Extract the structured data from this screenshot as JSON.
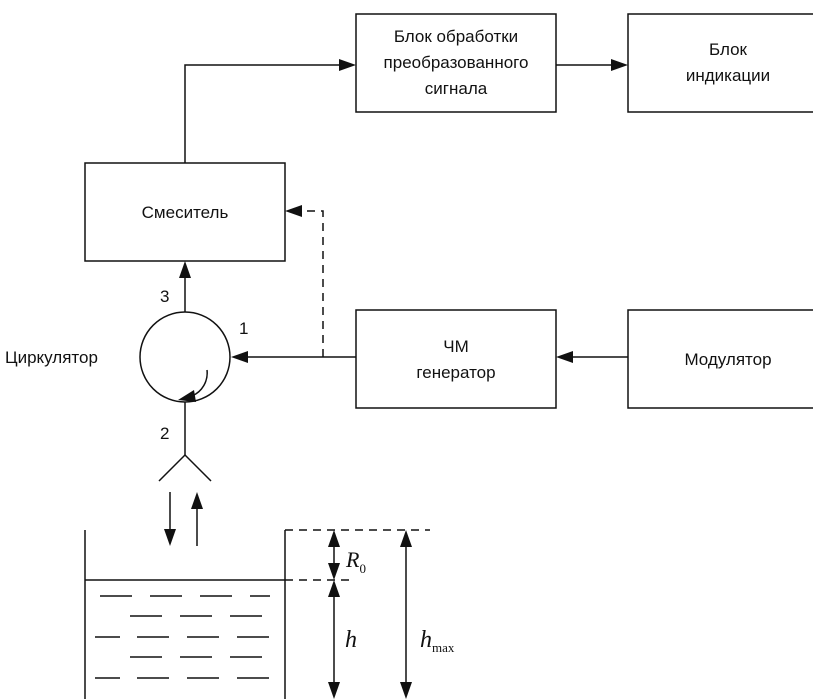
{
  "blocks": {
    "processing": [
      "Блок обработки",
      "преобразованного",
      "сигнала"
    ],
    "indication": [
      "Блок",
      "индикации"
    ],
    "mixer": "Смеситель",
    "fm_generator": [
      "ЧМ",
      "генератор"
    ],
    "modulator": "Модулятор"
  },
  "circulator": {
    "label": "Циркулятор",
    "port1": "1",
    "port2": "2",
    "port3": "3"
  },
  "tank": {
    "r0_symbol": "R",
    "r0_subscript": "0",
    "h_symbol": "h",
    "hmax_symbol": "h",
    "hmax_subscript": "max"
  }
}
